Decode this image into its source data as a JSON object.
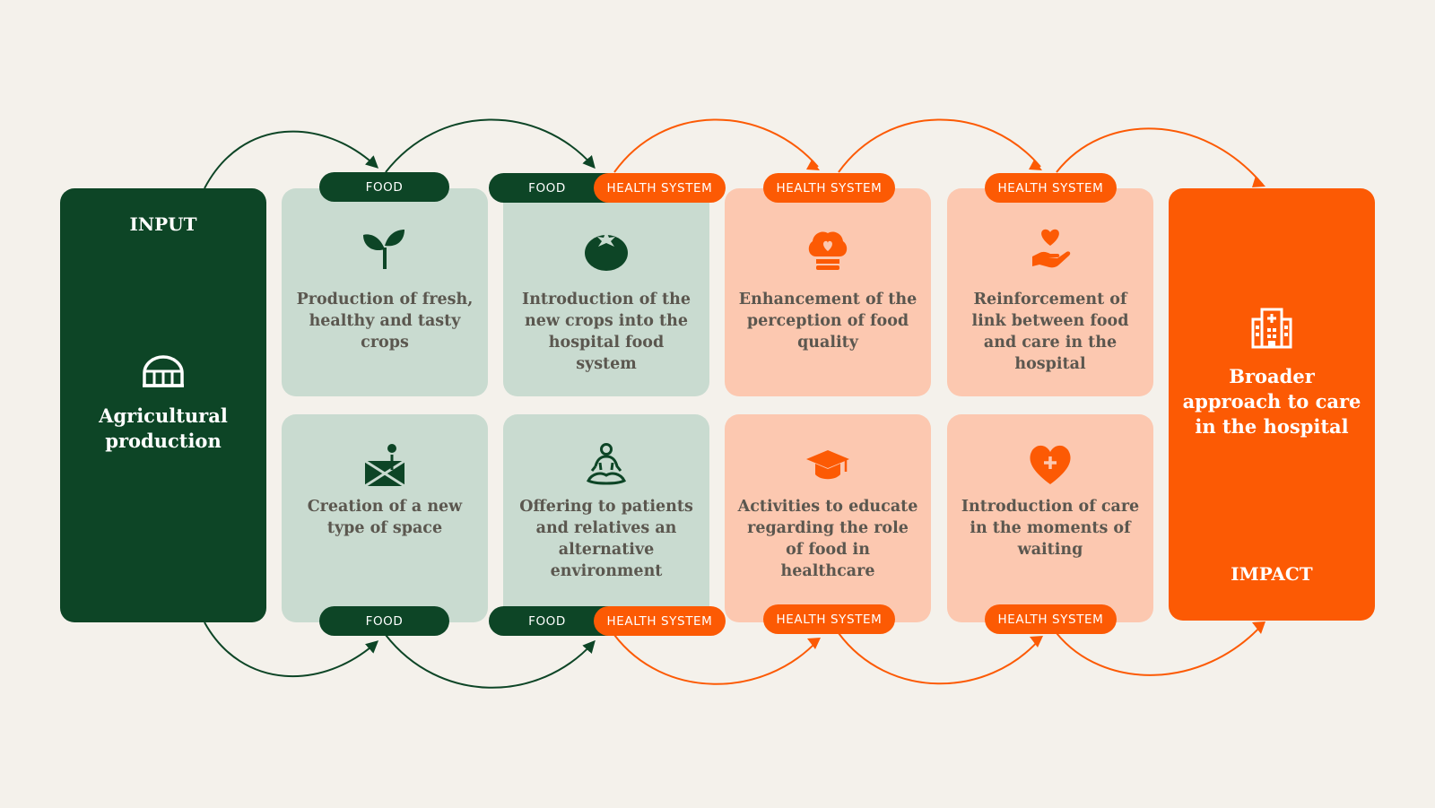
{
  "colors": {
    "background": "#f4f1eb",
    "dark_green": "#0d4526",
    "light_green": "#c9dbd0",
    "orange": "#fc5a04",
    "light_orange": "#fcc8b0",
    "card_text": "#5b574f"
  },
  "input": {
    "title": "INPUT",
    "label": "Agricultural production",
    "icon": "greenhouse-icon"
  },
  "impact": {
    "title": "IMPACT",
    "label": "Broader approach to care in the hospital",
    "icon": "hospital-building-icon"
  },
  "tags": {
    "food": "FOOD",
    "health": "HEALTH SYSTEM"
  },
  "cards": {
    "c1": {
      "text": "Production of fresh, healthy and tasty crops",
      "icon": "sprout-icon"
    },
    "c2": {
      "text": "Introduction of the new crops into the hospital food system",
      "icon": "tomato-icon"
    },
    "c3": {
      "text": "Enhancement of the perception of food quality",
      "icon": "chef-hat-icon"
    },
    "c4": {
      "text": "Reinforcement of link between food and care in the hospital",
      "icon": "heart-hand-icon"
    },
    "c5": {
      "text": "Creation of a new type of space",
      "icon": "map-pin-icon"
    },
    "c6": {
      "text": "Offering to patients and relatives an alternative environment",
      "icon": "meditation-icon"
    },
    "c7": {
      "text": "Activities to educate regarding the role of food in healthcare",
      "icon": "graduation-cap-icon"
    },
    "c8": {
      "text": "Introduction of care in the moments of waiting",
      "icon": "heart-plus-icon"
    }
  }
}
